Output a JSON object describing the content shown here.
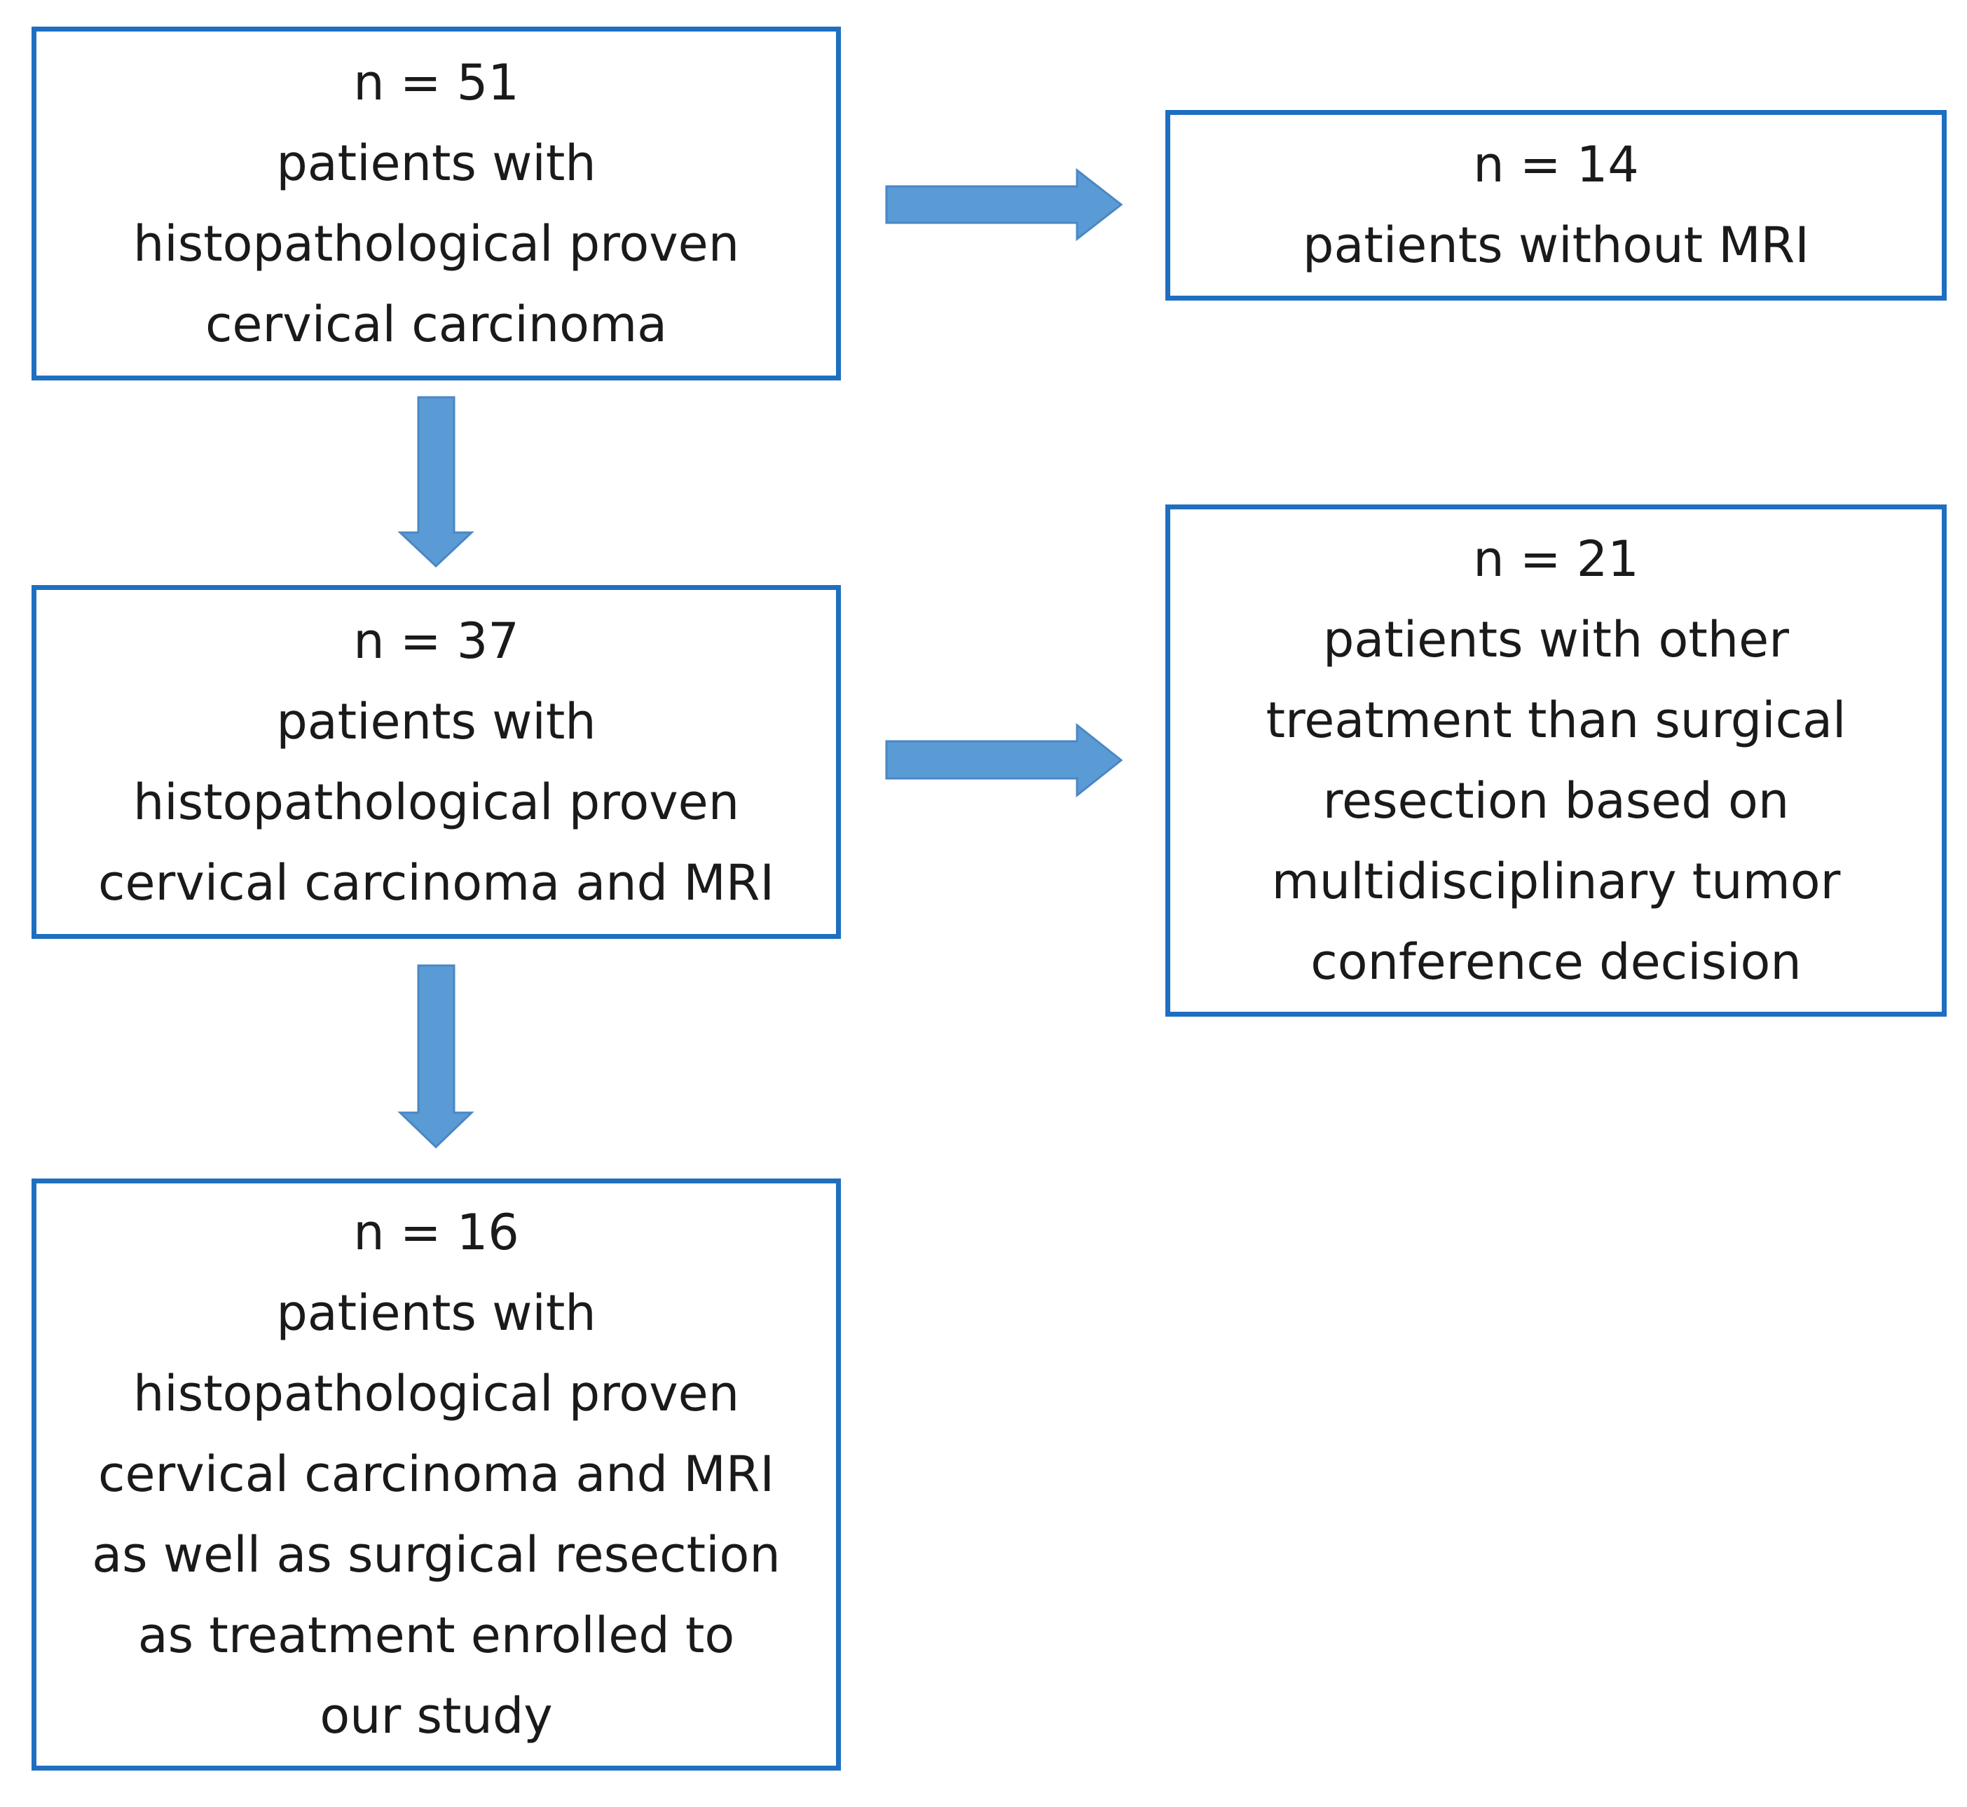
{
  "boxes": {
    "total": {
      "lines": [
        "n = 51",
        "patients with",
        "histopathological proven",
        "cervical carcinoma"
      ]
    },
    "no_mri": {
      "lines": [
        "n = 14",
        "patients without MRI"
      ]
    },
    "with_mri": {
      "lines": [
        "n = 37",
        "patients with",
        "histopathological proven",
        "cervical carcinoma and MRI"
      ]
    },
    "other_treatment": {
      "lines": [
        "n = 21",
        "patients with other",
        "treatment than surgical",
        "resection based on",
        "multidisciplinary tumor",
        "conference decision"
      ]
    },
    "enrolled": {
      "lines": [
        "n = 16",
        "patients with",
        "histopathological proven",
        "cervical carcinoma and MRI",
        "as well as surgical resection",
        "as treatment enrolled to",
        "our study"
      ]
    }
  },
  "colors": {
    "box_border": "#1f6fc1",
    "arrow_fill": "#5b9bd5"
  }
}
